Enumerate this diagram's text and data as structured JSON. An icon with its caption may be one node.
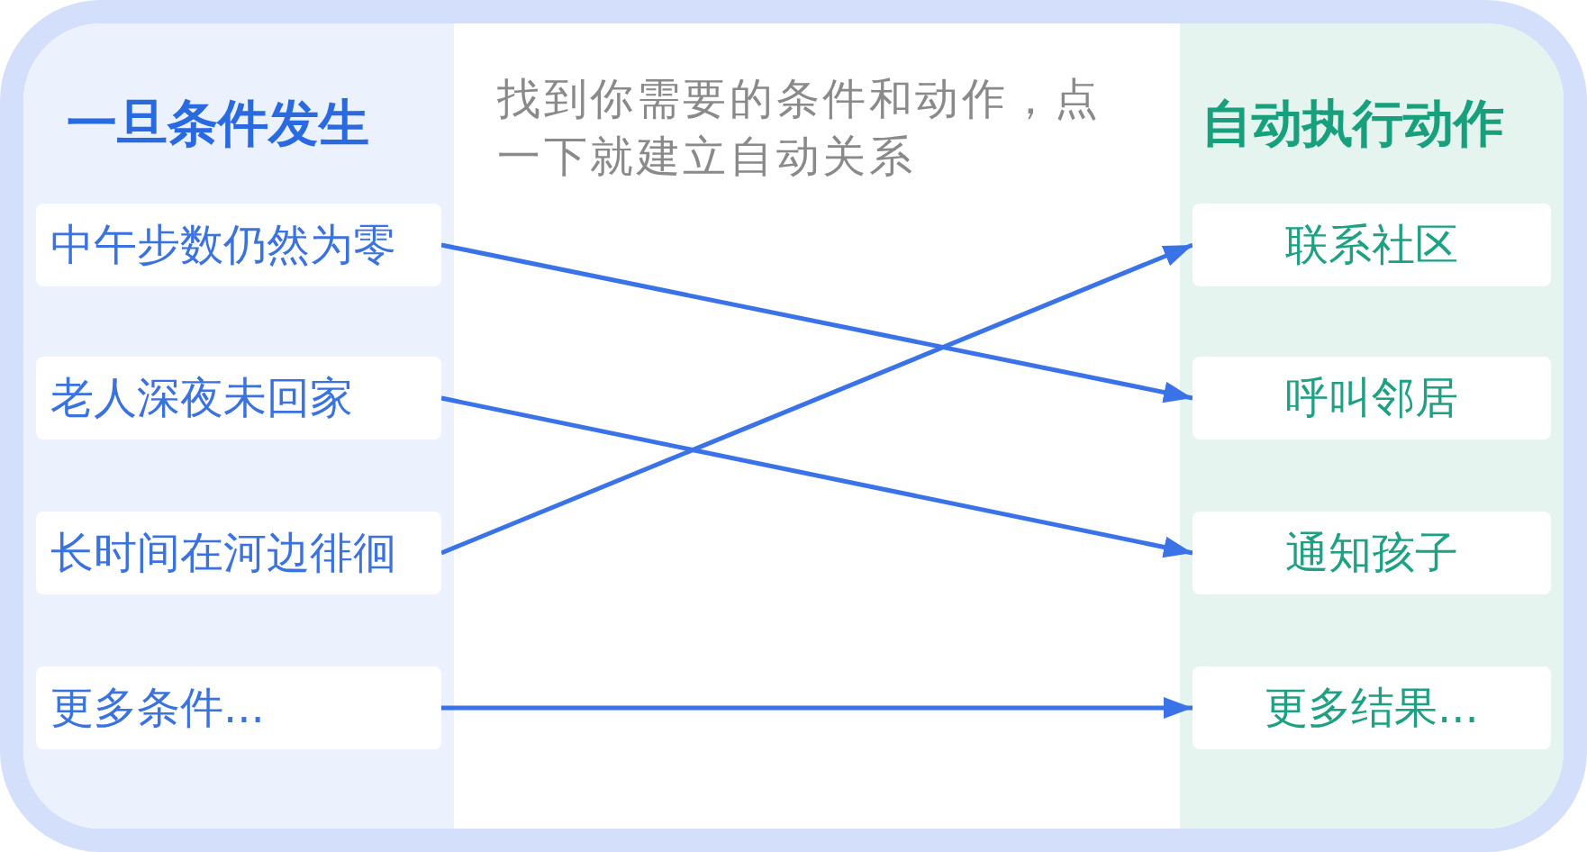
{
  "diagram": {
    "nodes": [
      {
        "text": [
          "一旦条件发生"
        ]
      },
      {
        "text": [
          "中午步数仍然为零"
        ],
        "in": 0
      },
      {
        "text": [
          "老人深夜未回家"
        ],
        "in": 0
      },
      {
        "text": [
          "长时间在河边徘徊"
        ],
        "in": 0
      },
      {
        "text": [
          "更多条件..."
        ],
        "in": 0
      },
      {
        "text": [
          "自动执行动作"
        ]
      },
      {
        "text": [
          "联系社区"
        ],
        "in": 5
      },
      {
        "text": [
          "呼叫邻居"
        ],
        "in": 5
      },
      {
        "text": [
          "通知孩子"
        ],
        "in": 5
      },
      {
        "text": [
          "更多结果..."
        ],
        "in": 5
      }
    ],
    "edges": [
      {
        "from": 1,
        "to": 7,
        "arrow": "to"
      },
      {
        "from": 2,
        "to": 8,
        "arrow": "to"
      },
      {
        "from": 3,
        "to": 6,
        "arrow": "to"
      },
      {
        "from": 4,
        "to": 9,
        "arrow": "to"
      }
    ],
    "labels": [
      "找到你需要的条件和动作，点一下就建立自动关系"
    ]
  }
}
